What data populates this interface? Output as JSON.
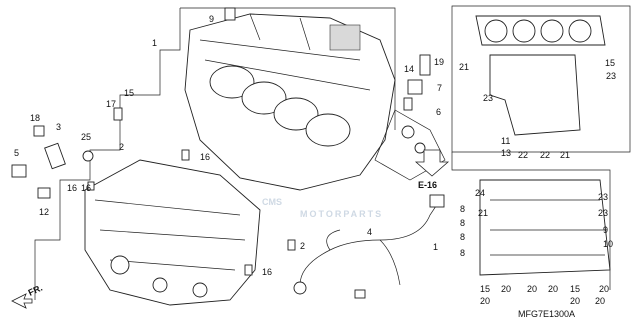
{
  "diagram": {
    "code": "MFG7E1300A",
    "ref_label": "E-16",
    "direction_label": "FR.",
    "watermark": {
      "brand": "CMS",
      "subtitle": "MOTORPARTS"
    },
    "callouts": [
      "1",
      "9",
      "14",
      "19",
      "7",
      "6",
      "18",
      "3",
      "25",
      "15",
      "17",
      "2",
      "5",
      "16",
      "12",
      "4",
      "21",
      "15",
      "23",
      "23",
      "11",
      "13",
      "22",
      "22",
      "21",
      "24",
      "21",
      "23",
      "23",
      "8",
      "8",
      "10",
      "8",
      "9",
      "1",
      "15",
      "20",
      "20",
      "15",
      "20",
      "20",
      "16",
      "16",
      "2",
      "16",
      "8",
      "20",
      "20",
      "20"
    ]
  },
  "colors": {
    "line": "#222222",
    "watermark": "#cfd9e4"
  }
}
